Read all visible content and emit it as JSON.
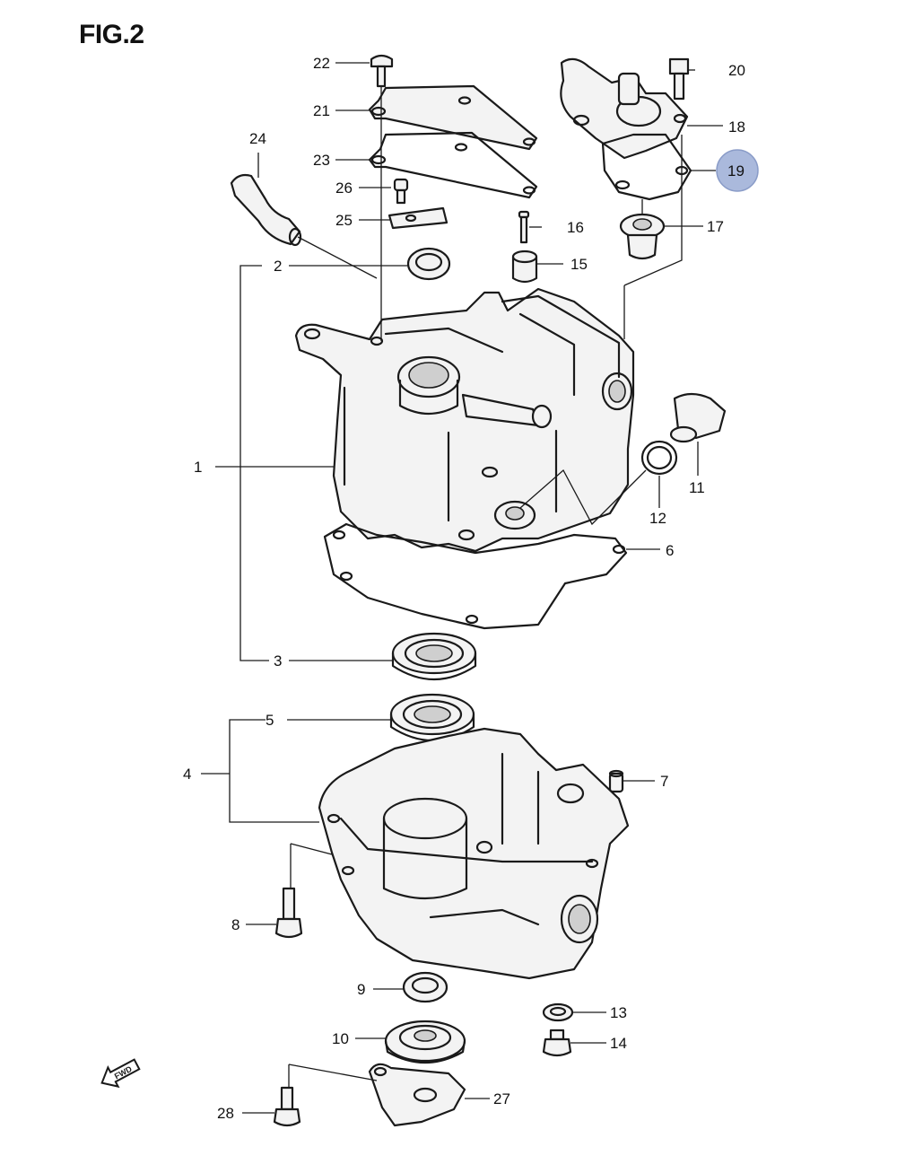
{
  "figure": {
    "title": "FIG.2"
  },
  "callouts": [
    {
      "id": "1",
      "label": "1"
    },
    {
      "id": "2",
      "label": "2"
    },
    {
      "id": "3",
      "label": "3"
    },
    {
      "id": "4",
      "label": "4"
    },
    {
      "id": "5",
      "label": "5"
    },
    {
      "id": "6",
      "label": "6"
    },
    {
      "id": "7",
      "label": "7"
    },
    {
      "id": "8",
      "label": "8"
    },
    {
      "id": "9",
      "label": "9"
    },
    {
      "id": "10",
      "label": "10"
    },
    {
      "id": "11",
      "label": "11"
    },
    {
      "id": "12",
      "label": "12"
    },
    {
      "id": "13",
      "label": "13"
    },
    {
      "id": "14",
      "label": "14"
    },
    {
      "id": "15",
      "label": "15"
    },
    {
      "id": "16",
      "label": "16"
    },
    {
      "id": "17",
      "label": "17"
    },
    {
      "id": "18",
      "label": "18"
    },
    {
      "id": "19",
      "label": "19",
      "highlighted": true
    },
    {
      "id": "20",
      "label": "20"
    },
    {
      "id": "21",
      "label": "21"
    },
    {
      "id": "22",
      "label": "22"
    },
    {
      "id": "23",
      "label": "23"
    },
    {
      "id": "24",
      "label": "24"
    },
    {
      "id": "25",
      "label": "25"
    },
    {
      "id": "26",
      "label": "26"
    },
    {
      "id": "27",
      "label": "27"
    },
    {
      "id": "28",
      "label": "28"
    }
  ],
  "direction_badge": {
    "label": "FWD",
    "icon": "forward-arrow-icon"
  },
  "colors": {
    "highlight": "#aab9dc",
    "line": "#1a1a1a"
  }
}
